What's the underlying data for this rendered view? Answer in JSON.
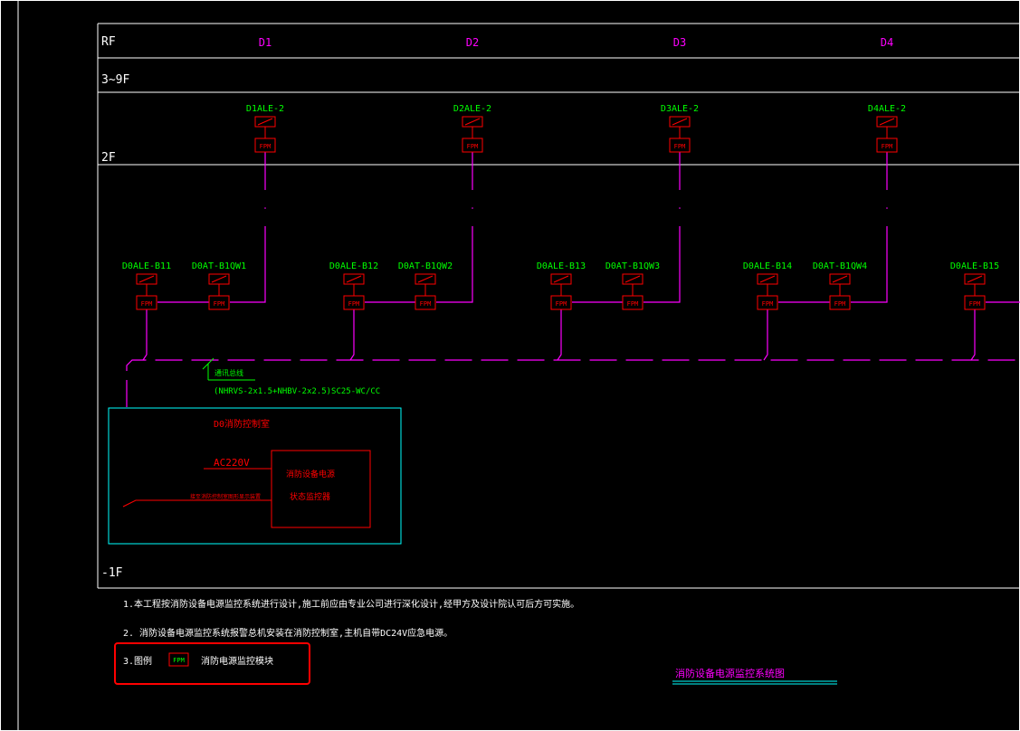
{
  "floors": {
    "rf": "RF",
    "f3_9": "3~9F",
    "f2": "2F",
    "b1": "-1F"
  },
  "columns": [
    "D1",
    "D2",
    "D3",
    "D4"
  ],
  "fpm_label": "FPM",
  "upper_boxes": [
    "D1ALE-2",
    "D2ALE-2",
    "D3ALE-2",
    "D4ALE-2"
  ],
  "lower_boxes": {
    "b11": "D0ALE-B11",
    "w1": "D0AT-B1QW1",
    "b12": "D0ALE-B12",
    "w2": "D0AT-B1QW2",
    "b13": "D0ALE-B13",
    "w3": "D0AT-B1QW3",
    "b14": "D0ALE-B14",
    "w4": "D0AT-B1QW4",
    "b15": "D0ALE-B15"
  },
  "bus": {
    "label": "通讯总线",
    "spec": "(NHRVS-2x1.5+NHBV-2x2.5)SC25-WC/CC"
  },
  "control_room": {
    "title": "D0消防控制室",
    "ac": "AC220V",
    "monitor_line1": "消防设备电源",
    "monitor_line2": "状态监控器",
    "link_label": "接至消防控制室图形显示装置"
  },
  "notes": {
    "n1": "1.本工程按消防设备电源监控系统进行设计,施工前应由专业公司进行深化设计,经甲方及设计院认可后方可实施。",
    "n2": "2. 消防设备电源监控系统报警总机安装在消防控制室,主机自带DC24V应急电源。",
    "n3": "3.图例",
    "legend_text": "消防电源监控模块"
  },
  "drawing_title": "消防设备电源监控系统图",
  "colors": {
    "background": "#000000",
    "frame": "#ffffff",
    "floor_text": "#ffffff",
    "column_text": "#ff00ff",
    "device_label": "#00ff00",
    "device_box": "#ff0000",
    "riser": "#ff00ff",
    "room_border": "#00ffff",
    "highlight_frame": "#ff0000",
    "title_underline": "#00ffff"
  }
}
